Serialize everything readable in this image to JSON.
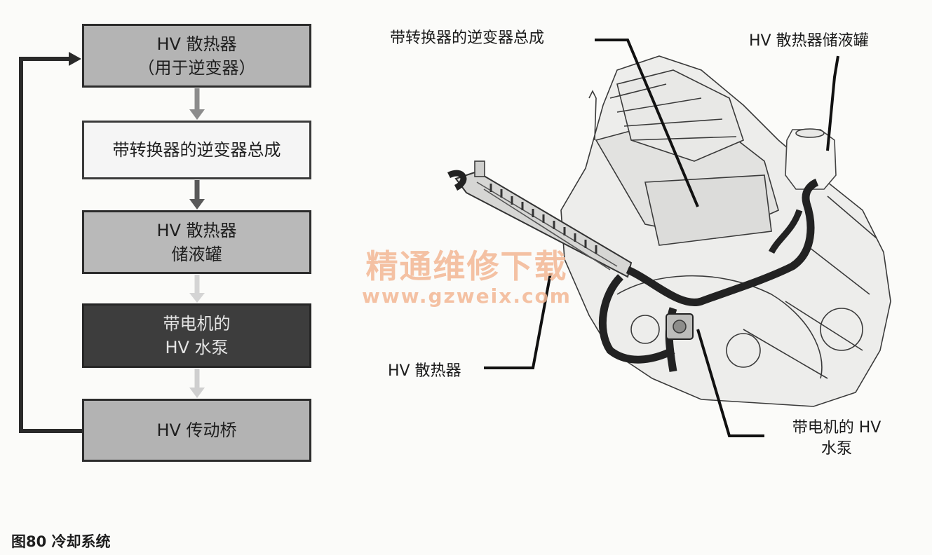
{
  "flowchart": {
    "box_radiator": {
      "line1": "HV 散热器",
      "line2": "（用于逆变器）"
    },
    "box_inverter": {
      "line1": "带转换器的逆变器总成"
    },
    "box_reservoir": {
      "line1": "HV 散热器",
      "line2": "储液罐"
    },
    "box_pump": {
      "line1": "带电机的",
      "line2": "HV 水泵"
    },
    "box_transaxle": {
      "line1": "HV 传动桥"
    }
  },
  "illustration": {
    "label_inverter": "带转换器的逆变器总成",
    "label_reservoir": "HV 散热器储液罐",
    "label_radiator": "HV 散热器",
    "label_pump_line1": "带电机的 HV",
    "label_pump_line2": "水泵"
  },
  "watermark": {
    "title": "精通维修下载",
    "url": "www.gzweix.com"
  },
  "caption": "图80 冷却系统",
  "colors": {
    "dark_box": "#3d3d3d",
    "mid_box": "#b4b4b4",
    "light_box": "#f5f5f5",
    "watermark": "#f3b895"
  },
  "icons": [
    "arrow-down-icon",
    "return-arrow-icon",
    "engine-illustration"
  ]
}
